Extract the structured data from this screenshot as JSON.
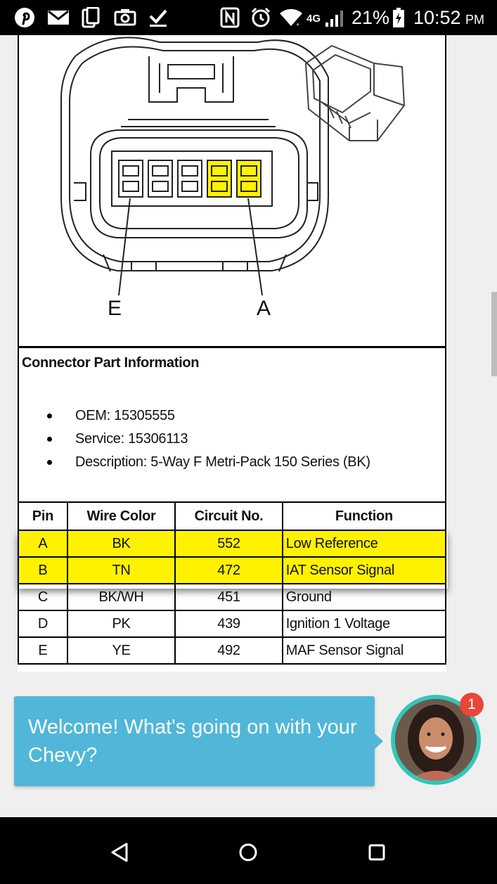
{
  "status_bar": {
    "icons": [
      "pinterest-icon",
      "mail-icon",
      "clipboard-icon",
      "camera-icon",
      "checkmark-icon",
      "nfc-icon",
      "alarm-icon",
      "wifi-icon",
      "lte-signal-icon",
      "battery-icon"
    ],
    "network_label": "4G",
    "battery_percent": "21%",
    "time": "10:52",
    "meridiem": "PM"
  },
  "diagram": {
    "label_left": "E",
    "label_right": "A",
    "highlight_color": "#fff200"
  },
  "part_info": {
    "heading": "Connector Part Information",
    "items": [
      "OEM: 15305555",
      "Service: 15306113",
      "Description: 5-Way F Metri-Pack 150 Series (BK)"
    ]
  },
  "pin_table": {
    "headers": [
      "Pin",
      "Wire Color",
      "Circuit No.",
      "Function"
    ],
    "rows": [
      {
        "pin": "A",
        "wire": "BK",
        "circuit": "552",
        "function": "Low Reference"
      },
      {
        "pin": "B",
        "wire": "TN",
        "circuit": "472",
        "function": "IAT Sensor Signal"
      },
      {
        "pin": "C",
        "wire": "BK/WH",
        "circuit": "451",
        "function": "Ground"
      },
      {
        "pin": "D",
        "wire": "PK",
        "circuit": "439",
        "function": "Ignition 1 Voltage"
      },
      {
        "pin": "E",
        "wire": "YE",
        "circuit": "492",
        "function": "MAF Sensor Signal"
      }
    ]
  },
  "chat": {
    "message": "Welcome! What's going on with your Chevy?",
    "badge_count": "1",
    "bubble_color": "#50b7d8",
    "ring_color": "#34c6b8",
    "badge_color": "#e8463a"
  },
  "nav_bar": {
    "buttons": [
      "back-icon",
      "home-icon",
      "recents-icon"
    ]
  }
}
